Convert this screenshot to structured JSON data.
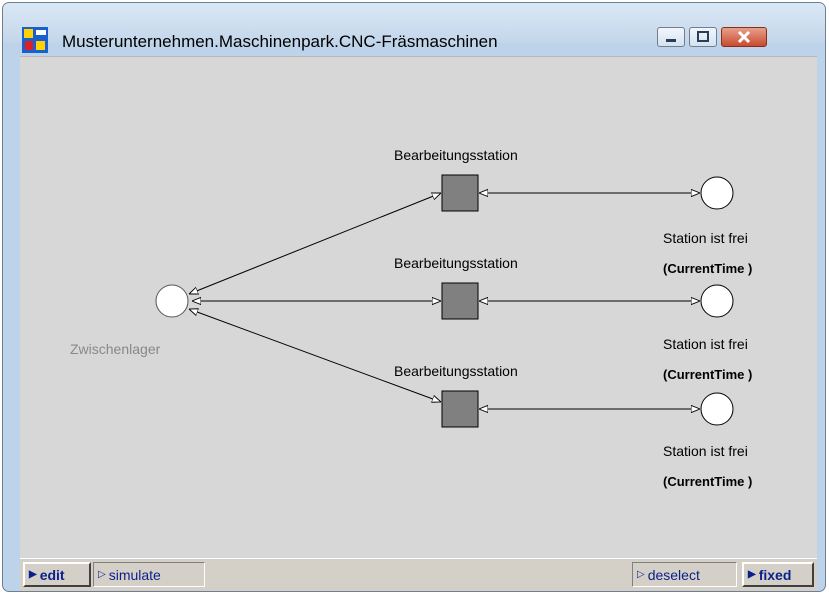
{
  "window": {
    "title": "Musterunternehmen.Maschinenpark.CNC-Fräsmaschinen",
    "buttons": [
      "minimize-icon",
      "maximize-icon",
      "close-icon"
    ]
  },
  "net": {
    "storage": {
      "label": "Zwischenlager"
    },
    "stations": [
      {
        "transition_label": "Bearbeitungsstation",
        "place_label": "Station ist frei",
        "place_sublabel": ""
      },
      {
        "transition_label": "Bearbeitungsstation",
        "place_label": "Station ist frei",
        "place_sublabel": "(CurrentTime )"
      },
      {
        "transition_label": "Bearbeitungsstation",
        "place_label": "Station ist frei",
        "place_sublabel": "(CurrentTime )"
      }
    ],
    "pre_second_sublabel": "(CurrentTime )"
  },
  "toolbar": {
    "edit": "edit",
    "simulate": "simulate",
    "deselect": "deselect",
    "fixed": "fixed"
  },
  "colors": {
    "canvas": "#d7d7d7",
    "transition": "#808080",
    "place": "#ffffff",
    "toolbar_text": "#0b1f8c"
  }
}
